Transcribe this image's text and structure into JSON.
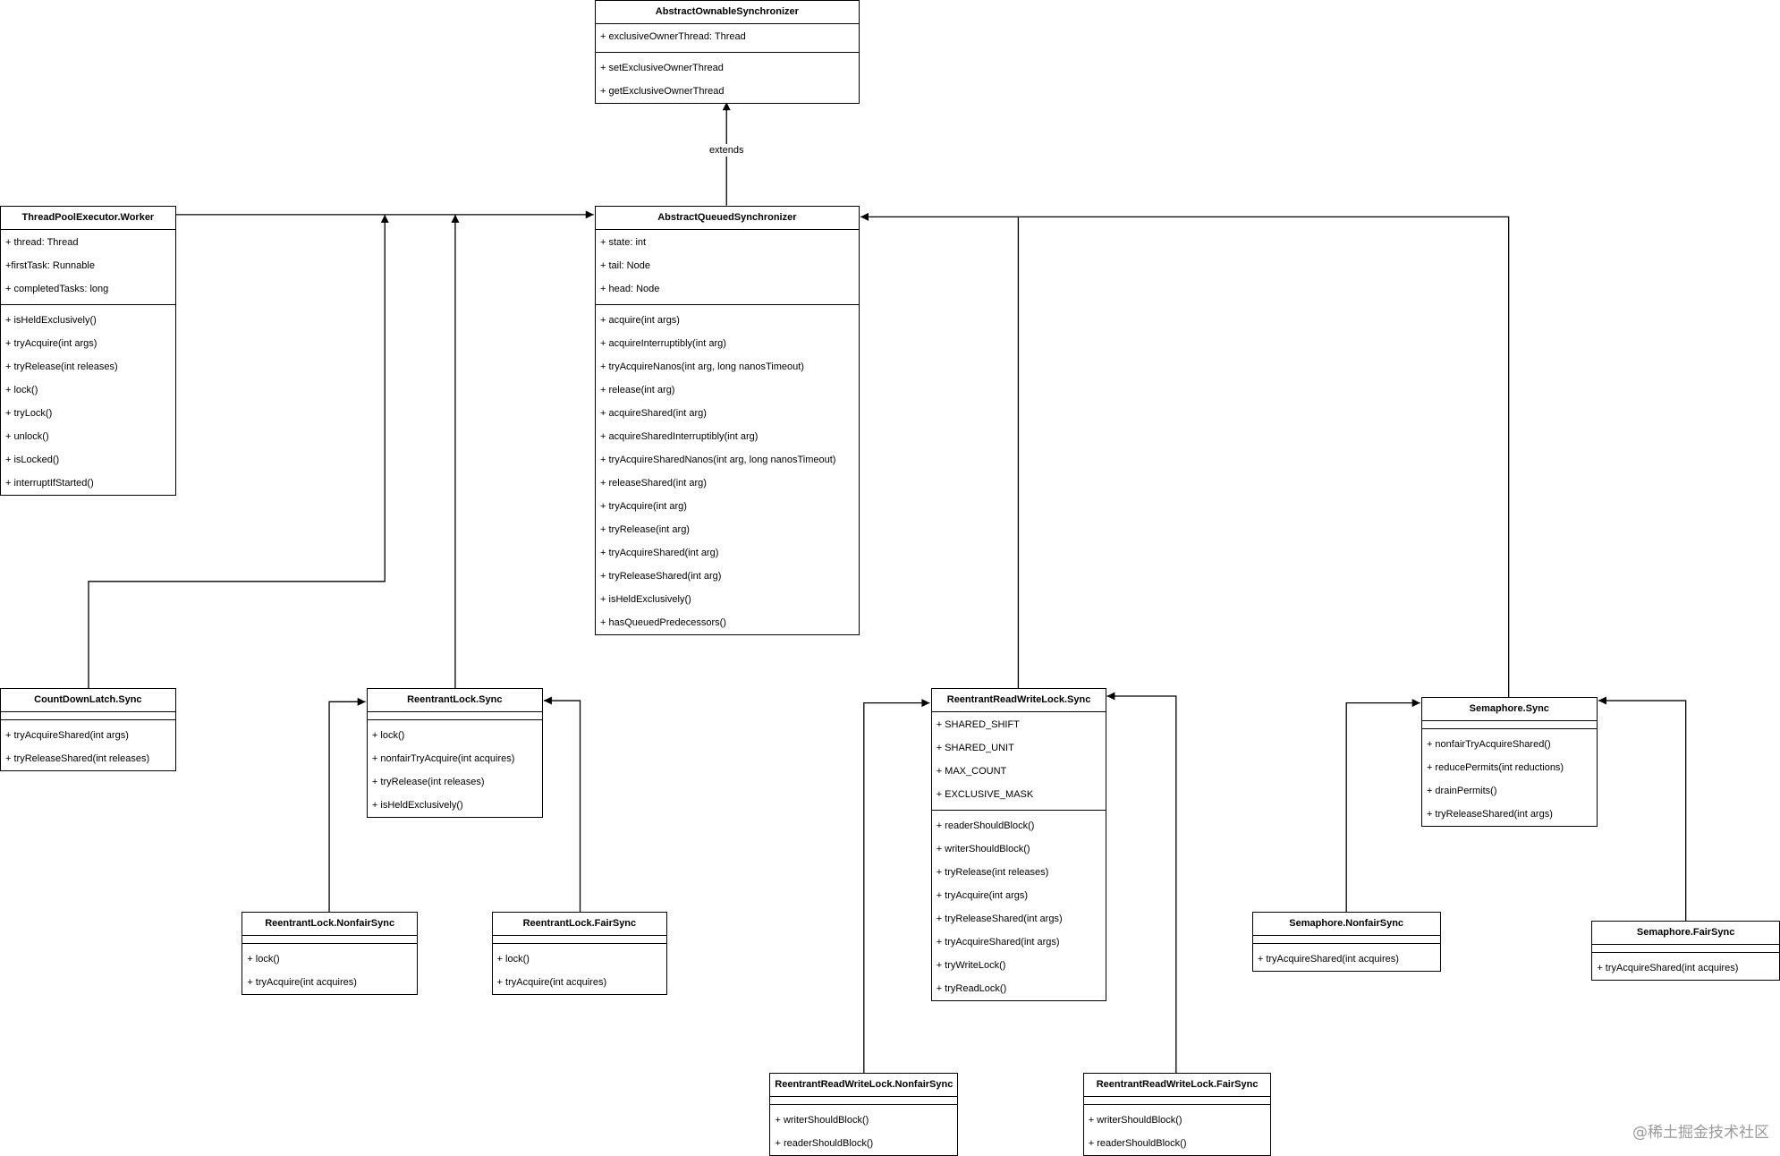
{
  "watermark": "@稀土掘金技术社区",
  "edge_label": "extends",
  "classes": [
    {
      "id": "aos",
      "name": "AbstractOwnableSynchronizer",
      "attrs": [
        "+ exclusiveOwnerThread: Thread"
      ],
      "methods": [
        "+ setExclusiveOwnerThread",
        "+ getExclusiveOwnerThread"
      ]
    },
    {
      "id": "aqs",
      "name": "AbstractQueuedSynchronizer",
      "attrs": [
        "+ state: int",
        "+ tail: Node",
        "+ head: Node"
      ],
      "methods": [
        "+ acquire(int args)",
        "+ acquireInterruptibly(int arg)",
        "+ tryAcquireNanos(int arg, long nanosTimeout)",
        "+ release(int arg)",
        "+ acquireShared(int arg)",
        "+ acquireSharedInterruptibly(int arg)",
        "+ tryAcquireSharedNanos(int arg, long nanosTimeout)",
        "+ releaseShared(int arg)",
        "+ tryAcquire(int arg)",
        "+ tryRelease(int arg)",
        "+ tryAcquireShared(int arg)",
        "+ tryReleaseShared(int arg)",
        "+ isHeldExclusively()",
        "+ hasQueuedPredecessors()"
      ]
    },
    {
      "id": "worker",
      "name": "ThreadPoolExecutor.Worker",
      "attrs": [
        "+ thread: Thread",
        "+firstTask: Runnable",
        "+ completedTasks: long"
      ],
      "methods": [
        "+ isHeldExclusively()",
        "+ tryAcquire(int args)",
        "+ tryRelease(int releases)",
        "+ lock()",
        "+ tryLock()",
        "+ unlock()",
        "+ isLocked()",
        "+ interruptIfStarted()"
      ]
    },
    {
      "id": "cdl",
      "name": "CountDownLatch.Sync",
      "attrs": [],
      "methods": [
        "+ tryAcquireShared(int args)",
        "+ tryReleaseShared(int releases)"
      ]
    },
    {
      "id": "rl",
      "name": "ReentrantLock.Sync",
      "attrs": [],
      "methods": [
        "+ lock()",
        "+ nonfairTryAcquire(int acquires)",
        "+ tryRelease(int releases)",
        "+ isHeldExclusively()"
      ]
    },
    {
      "id": "rlnf",
      "name": "ReentrantLock.NonfairSync",
      "attrs": [],
      "methods": [
        "+ lock()",
        "+ tryAcquire(int acquires)"
      ]
    },
    {
      "id": "rlf",
      "name": "ReentrantLock.FairSync",
      "attrs": [],
      "methods": [
        "+ lock()",
        "+ tryAcquire(int acquires)"
      ]
    },
    {
      "id": "rrwl",
      "name": "ReentrantReadWriteLock.Sync",
      "attrs": [
        "+ SHARED_SHIFT",
        "+ SHARED_UNIT",
        "+ MAX_COUNT",
        "+ EXCLUSIVE_MASK"
      ],
      "methods": [
        "+ readerShouldBlock()",
        "+ writerShouldBlock()",
        "+ tryRelease(int releases)",
        "+ tryAcquire(int args)",
        "+ tryReleaseShared(int args)",
        "+ tryAcquireShared(int args)",
        "+ tryWriteLock()",
        "+ tryReadLock()"
      ]
    },
    {
      "id": "rrwlnf",
      "name": "ReentrantReadWriteLock.NonfairSync",
      "attrs": [],
      "methods": [
        "+ writerShouldBlock()",
        "+ readerShouldBlock()"
      ]
    },
    {
      "id": "rrwlf",
      "name": "ReentrantReadWriteLock.FairSync",
      "attrs": [],
      "methods": [
        "+ writerShouldBlock()",
        "+ readerShouldBlock()"
      ]
    },
    {
      "id": "sem",
      "name": "Semaphore.Sync",
      "attrs": [],
      "methods": [
        "+ nonfairTryAcquireShared()",
        "+ reducePermits(int reductions)",
        "+ drainPermits()",
        "+ tryReleaseShared(int args)"
      ]
    },
    {
      "id": "semnf",
      "name": "Semaphore.NonfairSync",
      "attrs": [],
      "methods": [
        "+ tryAcquireShared(int acquires)"
      ]
    },
    {
      "id": "semf",
      "name": "Semaphore.FairSync",
      "attrs": [],
      "methods": [
        "+ tryAcquireShared(int acquires)"
      ]
    }
  ]
}
